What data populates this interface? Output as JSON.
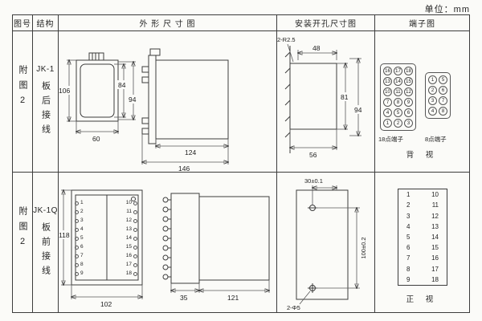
{
  "unit_label": "单位：mm",
  "header": {
    "fig_no": "图号",
    "structure": "结构",
    "outline": "外 形 尺 寸 图",
    "mounting": "安装开孔尺寸图",
    "terminal": "端子图"
  },
  "row1": {
    "fig_no": "附图2",
    "model": "JK-1",
    "wiring": "板后接线",
    "outline_dims": {
      "height_total": "106",
      "height_inner": "84",
      "height_outer": "94",
      "width_front": "60",
      "depth_body": "124",
      "depth_total": "146"
    },
    "mounting_dims": {
      "radius_note": "2-R2.5",
      "top_width": "48",
      "cut_height": "81",
      "total_height": "94",
      "bottom_width": "56"
    },
    "terminal18": {
      "label": "18点端子",
      "rows": [
        [
          "16",
          "17",
          "18"
        ],
        [
          "13",
          "14",
          "15"
        ],
        [
          "10",
          "11",
          "12"
        ],
        [
          "7",
          "8",
          "9"
        ],
        [
          "4",
          "5",
          "6"
        ],
        [
          "1",
          "2",
          "3"
        ]
      ]
    },
    "terminal8": {
      "label": "8点端子",
      "rows": [
        [
          "1",
          "5"
        ],
        [
          "2",
          "6"
        ],
        [
          "3",
          "7"
        ],
        [
          "4",
          "8"
        ]
      ]
    },
    "view_label": "背 视"
  },
  "row2": {
    "fig_no": "附图2",
    "model": "JK-1Q",
    "wiring": "板前接线",
    "outline_dims": {
      "height": "118",
      "width": "102",
      "block_depth": "35",
      "body_depth": "121"
    },
    "left_terminals": [
      "1",
      "2",
      "3",
      "4",
      "5",
      "6",
      "7",
      "8",
      "9"
    ],
    "right_terminals": [
      "10",
      "11",
      "12",
      "13",
      "14",
      "15",
      "16",
      "17",
      "18"
    ],
    "mounting_dims": {
      "hole_spacing_h": "30±0.1",
      "hole_spacing_v": "100±0.2",
      "hole_note": "2-Φ5"
    },
    "terminal_table": {
      "rows": [
        [
          "1",
          "10"
        ],
        [
          "2",
          "11"
        ],
        [
          "3",
          "12"
        ],
        [
          "4",
          "13"
        ],
        [
          "5",
          "14"
        ],
        [
          "6",
          "15"
        ],
        [
          "7",
          "16"
        ],
        [
          "8",
          "17"
        ],
        [
          "9",
          "18"
        ]
      ]
    },
    "view_label": "正 视"
  }
}
